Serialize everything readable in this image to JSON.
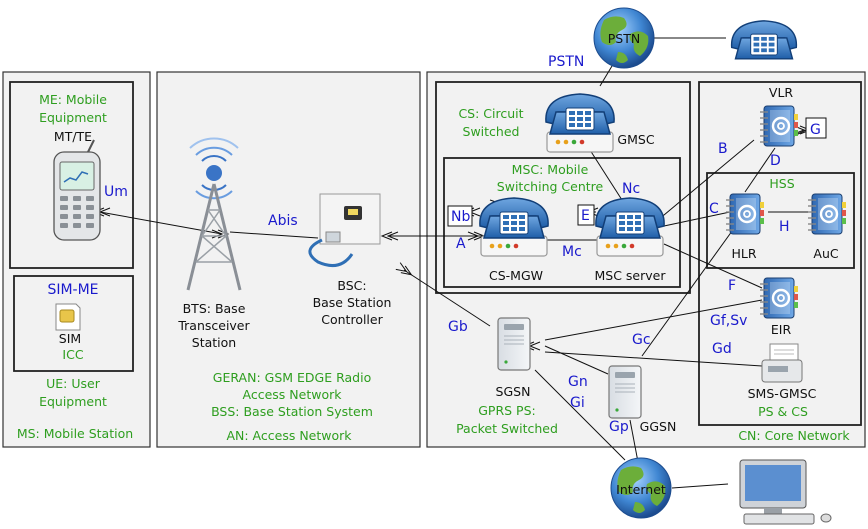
{
  "domains": {
    "ms": "MS: Mobile Station",
    "an": "AN: Access Network",
    "cn": "CN: Core Network",
    "ue": [
      "UE: User",
      "Equipment"
    ],
    "me": [
      "ME: Mobile",
      "Equipment"
    ],
    "geran": [
      "GERAN: GSM EDGE Radio",
      "Access Network",
      "BSS: Base Station System"
    ],
    "cs": [
      "CS: Circuit",
      "Switched"
    ],
    "msc": [
      "MSC: Mobile",
      "Switching Centre"
    ],
    "hss": "HSS",
    "gprs": [
      "GPRS PS:",
      "Packet Switched"
    ],
    "sms_domain": "PS & CS"
  },
  "nodes": {
    "mt_te": "MT/TE",
    "sim": "SIM",
    "icc": "ICC",
    "bts": [
      "BTS: Base",
      "Transceiver",
      "Station"
    ],
    "bsc": [
      "BSC:",
      "Base Station",
      "Controller"
    ],
    "pstn": "PSTN",
    "gmsc": "GMSC",
    "cs_mgw": "CS-MGW",
    "msc_server": "MSC server",
    "vlr": "VLR",
    "hlr": "HLR",
    "auc": "AuC",
    "eir": "EIR",
    "sms_gmsc": "SMS-GMSC",
    "sgsn": "SGSN",
    "ggsn": "GGSN",
    "internet": "Internet"
  },
  "interfaces": {
    "um": "Um",
    "sim_me": "SIM-ME",
    "abis": "Abis",
    "pstn": "PSTN",
    "a": "A",
    "nb": "Nb",
    "mc": "Mc",
    "nc": "Nc",
    "e": "E",
    "b": "B",
    "c": "C",
    "d": "D",
    "g": "G",
    "h": "H",
    "f": "F",
    "gf_sv": "Gf,Sv",
    "gd": "Gd",
    "gc": "Gc",
    "gb": "Gb",
    "gn": "Gn",
    "gi": "Gi",
    "gp": "Gp"
  },
  "colors": {
    "domain_text": "#2e9e1f",
    "interface_text": "#1a1acc",
    "phone_blue": "#2f6fb5"
  }
}
